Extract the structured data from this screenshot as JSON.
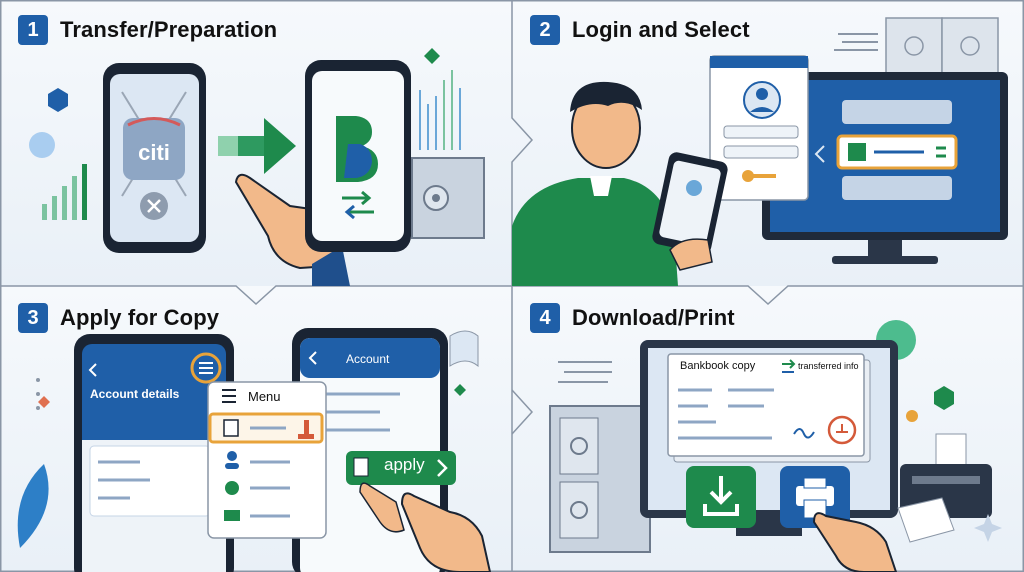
{
  "steps": [
    {
      "number": "1",
      "title": "Transfer/Preparation"
    },
    {
      "number": "2",
      "title": "Login and Select"
    },
    {
      "number": "3",
      "title": "Apply for Copy"
    },
    {
      "number": "4",
      "title": "Download/Print"
    }
  ],
  "panel1": {
    "old_bank_logo": "citi"
  },
  "panel3": {
    "left_phone_header": "Account details",
    "menu_title": "Menu",
    "right_phone_header": "Account",
    "apply_label": "apply"
  },
  "panel4": {
    "doc_title": "Bankbook copy",
    "doc_tag": "transferred info"
  },
  "colors": {
    "accent_blue": "#1f5fa8",
    "accent_green": "#1e8a4c",
    "highlight_orange": "#e8a33a"
  }
}
